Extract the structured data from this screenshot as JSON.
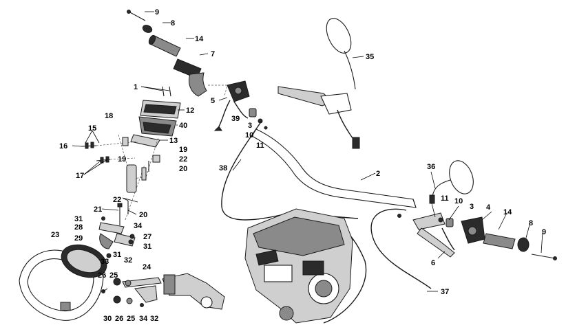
{
  "callouts": [
    {
      "id": "c-9-top",
      "text": "9"
    },
    {
      "id": "c-8-top",
      "text": "8"
    },
    {
      "id": "c-14-top",
      "text": "14"
    },
    {
      "id": "c-7",
      "text": "7"
    },
    {
      "id": "c-35",
      "text": "35"
    },
    {
      "id": "c-1",
      "text": "1"
    },
    {
      "id": "c-5",
      "text": "5"
    },
    {
      "id": "c-12",
      "text": "12"
    },
    {
      "id": "c-39",
      "text": "39"
    },
    {
      "id": "c-3-left",
      "text": "3"
    },
    {
      "id": "c-18",
      "text": "18"
    },
    {
      "id": "c-40",
      "text": "40"
    },
    {
      "id": "c-10-left",
      "text": "10"
    },
    {
      "id": "c-11-left",
      "text": "11"
    },
    {
      "id": "c-15",
      "text": "15"
    },
    {
      "id": "c-13",
      "text": "13"
    },
    {
      "id": "c-16",
      "text": "16"
    },
    {
      "id": "c-19-right",
      "text": "19"
    },
    {
      "id": "c-19-left",
      "text": "19"
    },
    {
      "id": "c-22-upper",
      "text": "22"
    },
    {
      "id": "c-20-upper",
      "text": "20"
    },
    {
      "id": "c-17",
      "text": "17"
    },
    {
      "id": "c-38",
      "text": "38"
    },
    {
      "id": "c-2",
      "text": "2"
    },
    {
      "id": "c-36",
      "text": "36"
    },
    {
      "id": "c-22-lower",
      "text": "22"
    },
    {
      "id": "c-11-right",
      "text": "11"
    },
    {
      "id": "c-10-right",
      "text": "10"
    },
    {
      "id": "c-3-right",
      "text": "3"
    },
    {
      "id": "c-4",
      "text": "4"
    },
    {
      "id": "c-21",
      "text": "21"
    },
    {
      "id": "c-20-lower",
      "text": "20"
    },
    {
      "id": "c-14-right",
      "text": "14"
    },
    {
      "id": "c-31-upper",
      "text": "31"
    },
    {
      "id": "c-8-right",
      "text": "8"
    },
    {
      "id": "c-9-right",
      "text": "9"
    },
    {
      "id": "c-28",
      "text": "28"
    },
    {
      "id": "c-34-upper",
      "text": "34"
    },
    {
      "id": "c-23",
      "text": "23"
    },
    {
      "id": "c-29",
      "text": "29"
    },
    {
      "id": "c-27",
      "text": "27"
    },
    {
      "id": "c-31-mid",
      "text": "31"
    },
    {
      "id": "c-6",
      "text": "6"
    },
    {
      "id": "c-31-low",
      "text": "31"
    },
    {
      "id": "c-32-upper",
      "text": "32"
    },
    {
      "id": "c-33",
      "text": "33"
    },
    {
      "id": "c-24",
      "text": "24"
    },
    {
      "id": "c-26-upper",
      "text": "26"
    },
    {
      "id": "c-25-upper",
      "text": "25"
    },
    {
      "id": "c-37",
      "text": "37"
    },
    {
      "id": "c-30",
      "text": "30"
    },
    {
      "id": "c-26-lower",
      "text": "26"
    },
    {
      "id": "c-25-lower",
      "text": "25"
    },
    {
      "id": "c-34-lower",
      "text": "34"
    },
    {
      "id": "c-32-lower",
      "text": "32"
    }
  ]
}
